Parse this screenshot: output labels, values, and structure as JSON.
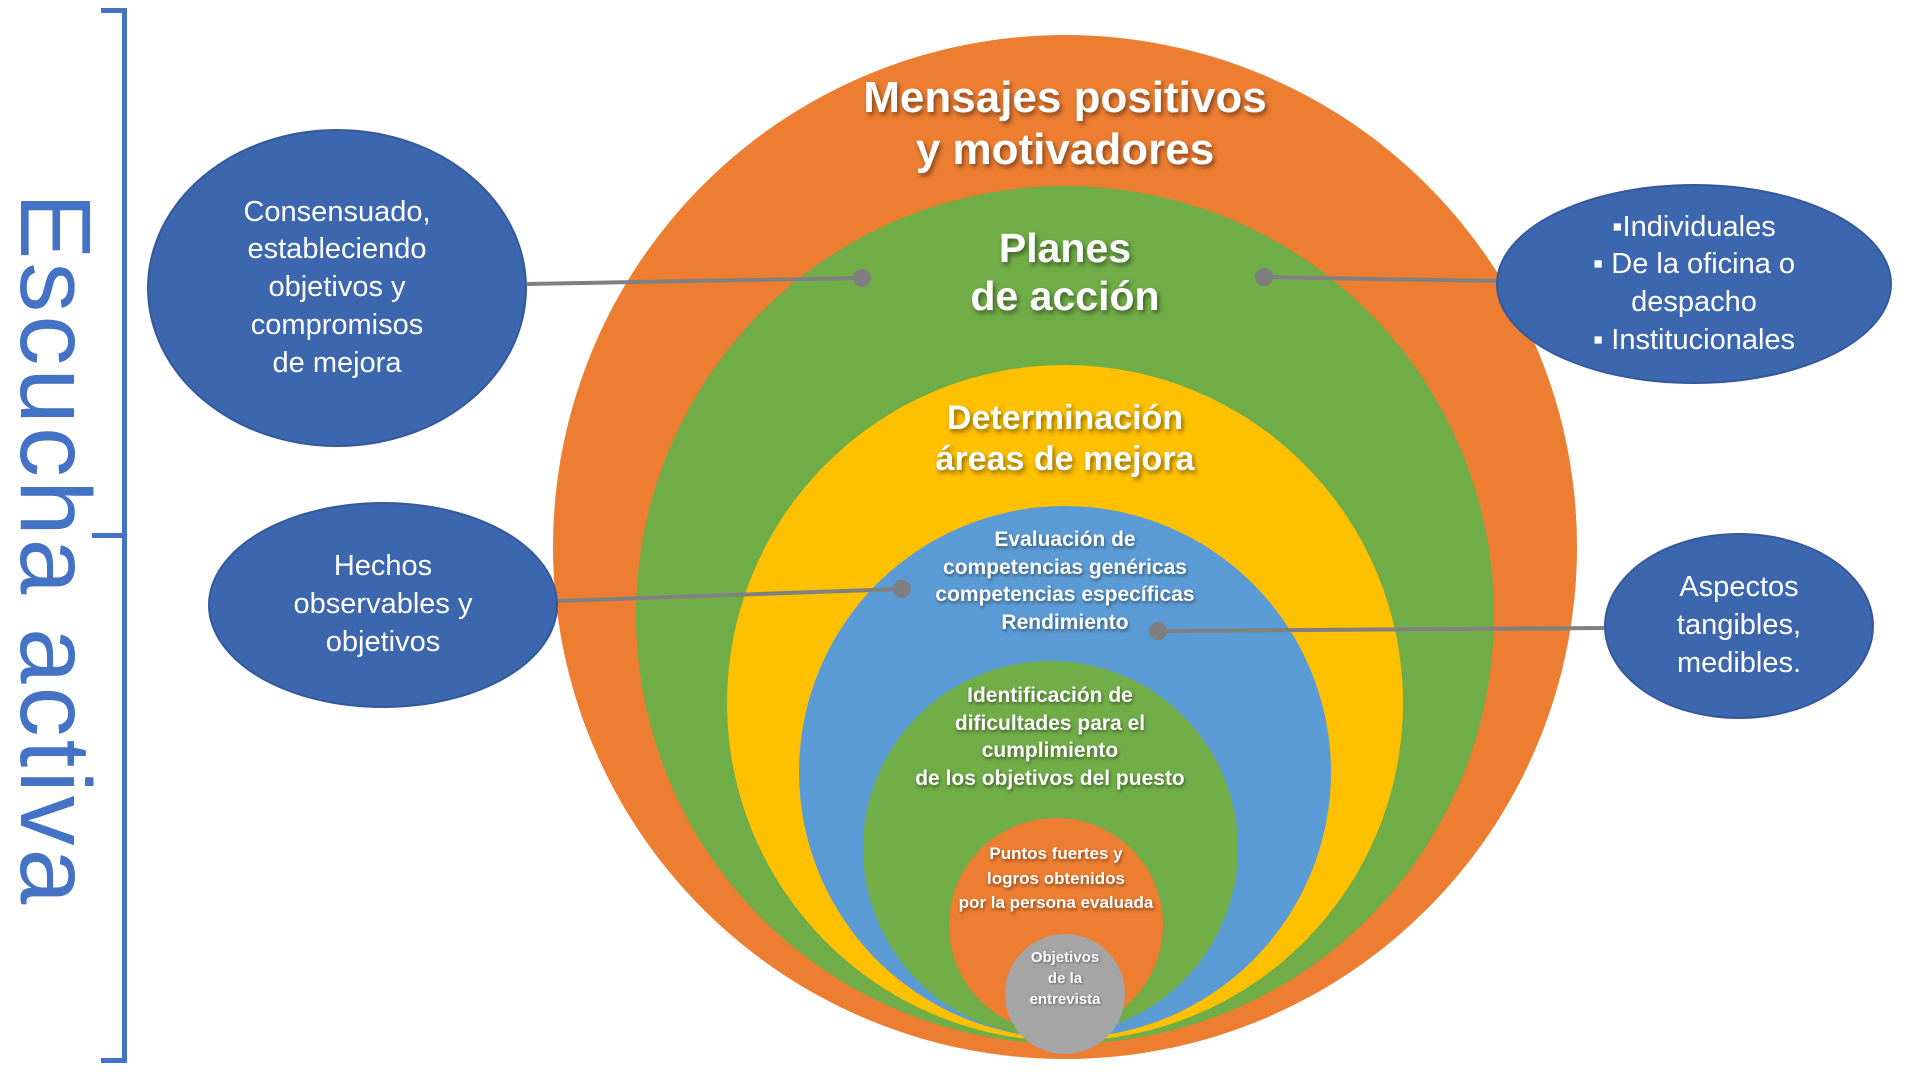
{
  "accent": "#4472C4",
  "connector_color": "#808080",
  "callout_style": {
    "fill": "#3C66AE",
    "border": "#34589C"
  },
  "sidebar_title": "Escucha activa",
  "rings": [
    {
      "name": "mensajes",
      "label": "Mensajes positivos\ny motivadores",
      "color": "#ED7D31"
    },
    {
      "name": "planes",
      "label": "Planes\nde acción",
      "color": "#70AD47"
    },
    {
      "name": "determinacion",
      "label": "Determinación\náreas de mejora",
      "color": "#FFC000"
    },
    {
      "name": "evaluacion",
      "label": "Evaluación de\ncompetencias genéricas\ncompetencias específicas\nRendimiento",
      "color": "#5B9BD5"
    },
    {
      "name": "identificacion",
      "label": "Identificación de\ndificultades para el\ncumplimiento\nde los objetivos del puesto",
      "color": "#70AD47"
    },
    {
      "name": "puntos",
      "label": "Puntos fuertes y\nlogros obtenidos\npor la persona evaluada",
      "color": "#ED7D31"
    },
    {
      "name": "objetivos",
      "label": "Objetivos\nde la\nentrevista",
      "color": "#A5A5A5"
    }
  ],
  "callouts": [
    {
      "name": "consensuado",
      "text": "Consensuado,\nestableciendo\nobjetivos y\ncompromisos\nde mejora"
    },
    {
      "name": "niveles",
      "text": "▪Individuales\n▪ De la oficina o\ndespacho\n▪ Institucionales"
    },
    {
      "name": "hechos",
      "text": "Hechos\nobservables y\nobjetivos"
    },
    {
      "name": "aspectos",
      "text": "Aspectos\ntangibles,\nmedibles."
    }
  ]
}
